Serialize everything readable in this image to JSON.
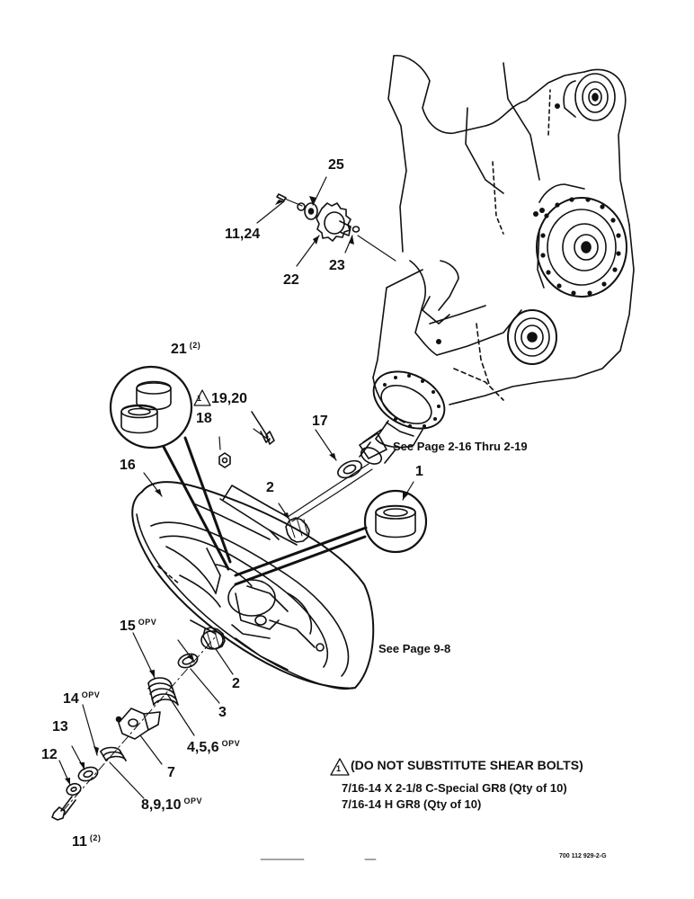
{
  "callouts": {
    "c25": "25",
    "c1124": "11,24",
    "c22": "22",
    "c23": "23",
    "c21": "21",
    "c21_qty": "(2)",
    "c1920": "19,20",
    "c18": "18",
    "c16": "16",
    "c17": "17",
    "c1": "1",
    "c2a": "2",
    "c2b": "2",
    "c3": "3",
    "c15": "15",
    "c15_sup": "OPV",
    "c456": "4,5,6",
    "c456_sup": "OPV",
    "c14": "14",
    "c14_sup": "OPV",
    "c13": "13",
    "c12": "12",
    "c7": "7",
    "c8910": "8,9,10",
    "c8910_sup": "OPV",
    "c11": "11",
    "c11_qty": "(2)"
  },
  "references": {
    "page_216": "See Page 2-16 Thru 2-19",
    "page_98": "See Page 9-8"
  },
  "note": {
    "triangle_number": "1",
    "header": "(DO NOT SUBSTITUTE SHEAR BOLTS)",
    "line1": "7/16-14 X 2-1/8 C-Special GR8 (Qty of 10)",
    "line2": "7/16-14 H GR8 (Qty of 10)"
  },
  "doc_number": "700 112 929-2-G",
  "colors": {
    "ink": "#111111",
    "paper": "#ffffff"
  }
}
